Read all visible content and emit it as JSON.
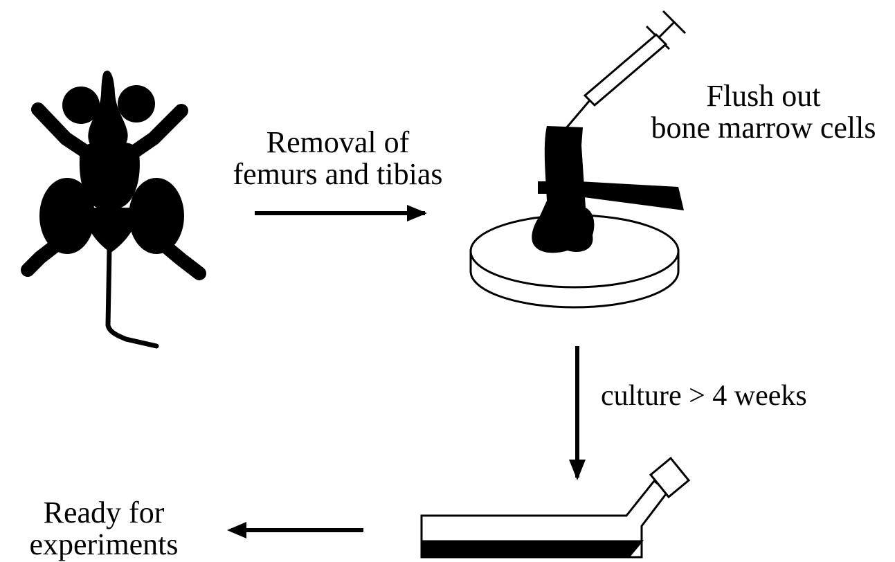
{
  "steps": {
    "removal": {
      "line1": "Removal of",
      "line2": "femurs and tibias"
    },
    "flush": {
      "line1": "Flush out",
      "line2": "bone marrow cells"
    },
    "culture": {
      "text": "culture > 4 weeks"
    },
    "ready": {
      "line1": "Ready for",
      "line2": "experiments"
    }
  },
  "colors": {
    "ink": "#000000",
    "background": "#ffffff"
  },
  "icons": [
    "mouse-icon",
    "syringe-icon",
    "femur-bone-icon",
    "scalpel-icon",
    "petri-dish-icon",
    "culture-flask-icon"
  ]
}
